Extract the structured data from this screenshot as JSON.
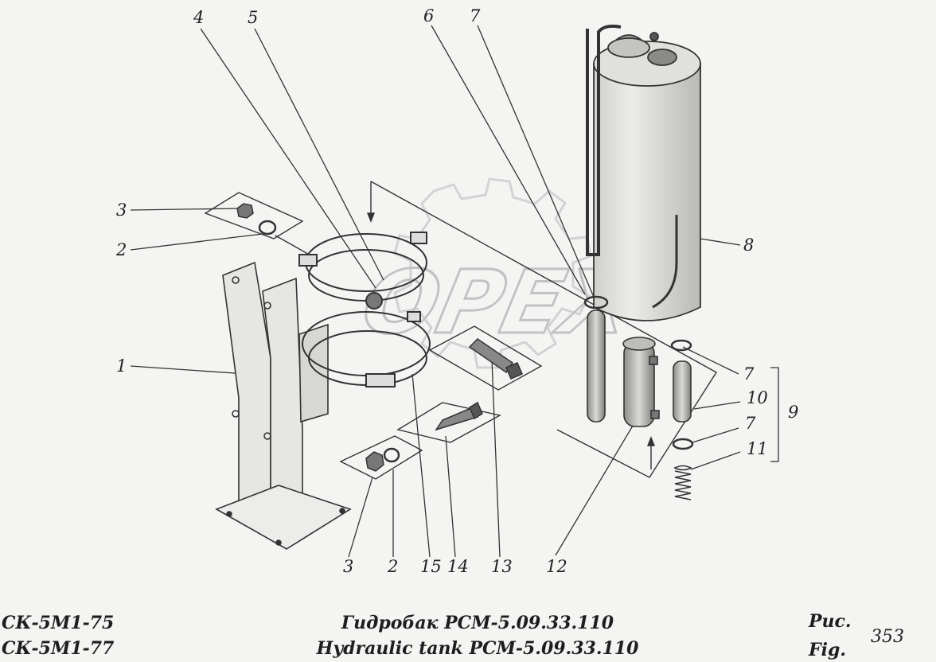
{
  "callouts": [
    {
      "id": "c4",
      "text": "4"
    },
    {
      "id": "c5",
      "text": "5"
    },
    {
      "id": "c6",
      "text": "6"
    },
    {
      "id": "c7a",
      "text": "7"
    },
    {
      "id": "c3a",
      "text": "3"
    },
    {
      "id": "c2a",
      "text": "2"
    },
    {
      "id": "c8",
      "text": "8"
    },
    {
      "id": "c1",
      "text": "1"
    },
    {
      "id": "c7b",
      "text": "7"
    },
    {
      "id": "c10",
      "text": "10"
    },
    {
      "id": "c9",
      "text": "9"
    },
    {
      "id": "c7c",
      "text": "7"
    },
    {
      "id": "c11",
      "text": "11"
    },
    {
      "id": "c3b",
      "text": "3"
    },
    {
      "id": "c2b",
      "text": "2"
    },
    {
      "id": "c15",
      "text": "15"
    },
    {
      "id": "c14",
      "text": "14"
    },
    {
      "id": "c13",
      "text": "13"
    },
    {
      "id": "c12",
      "text": "12"
    }
  ],
  "watermark": "OPEX",
  "footer": {
    "model_line1": "СК-5М1-75",
    "model_line2": "СК-5М1-77",
    "title_ru": "Гидробак РСМ-5.09.33.110",
    "title_en": "Hydraulic tank РСМ-5.09.33.110",
    "fig_ru": "Рис.",
    "fig_en": "Fig.",
    "fig_number": "353"
  },
  "colors": {
    "ink": "#262626",
    "paper": "#f4f4f2",
    "watermark": "#d2d2d2"
  }
}
